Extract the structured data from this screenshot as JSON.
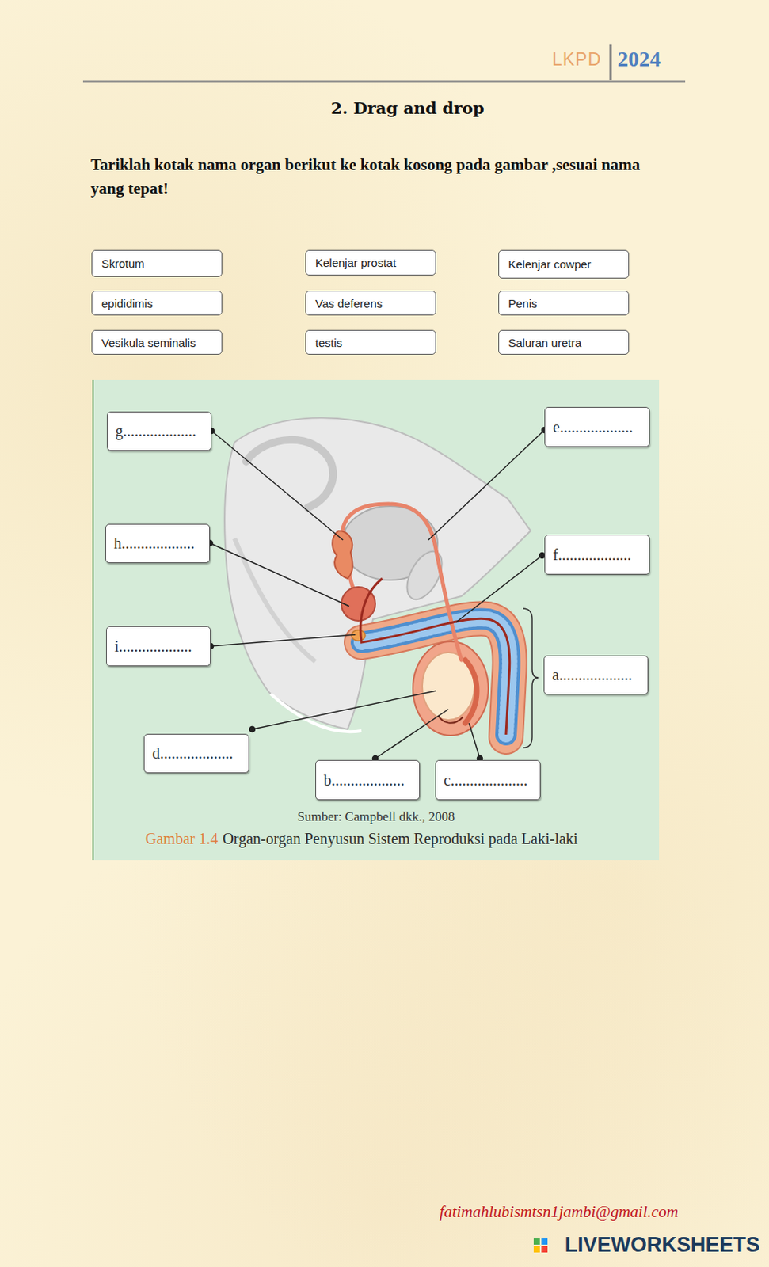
{
  "diagram": {
    "title": "2. Drag and drop",
    "nodes": [
      {
        "text": [
          "Skrotum"
        ]
      },
      {
        "text": [
          "Kelenjar prostat"
        ]
      },
      {
        "text": [
          "Kelenjar cowper"
        ]
      },
      {
        "text": [
          "epididimis"
        ]
      },
      {
        "text": [
          "Vas deferens"
        ]
      },
      {
        "text": [
          "Penis"
        ]
      },
      {
        "text": [
          "Vesikula seminalis"
        ]
      },
      {
        "text": [
          "testis"
        ]
      },
      {
        "text": [
          "Saluran uretra"
        ]
      },
      {
        "text": [
          "g..................."
        ]
      },
      {
        "text": [
          "e..................."
        ]
      },
      {
        "text": [
          "h..................."
        ]
      },
      {
        "text": [
          "f..................."
        ]
      },
      {
        "text": [
          "i..................."
        ]
      },
      {
        "text": [
          "a..................."
        ]
      },
      {
        "text": [
          "d..................."
        ]
      },
      {
        "text": [
          "b..................."
        ]
      },
      {
        "text": [
          "c...................."
        ]
      }
    ],
    "labels": [
      "LKPD",
      "2024",
      "Tariklah kotak nama organ berikut ke kotak kosong pada gambar ,sesuai nama yang tepat!",
      "Sumber: Campbell dkk., 2008",
      "Gambar 1.4",
      "Organ-organ Penyusun Sistem Reproduksi pada Laki-laki",
      "fatimahlubismtsn1jambi@gmail.com",
      "LIVEWORKSHEETS"
    ]
  }
}
